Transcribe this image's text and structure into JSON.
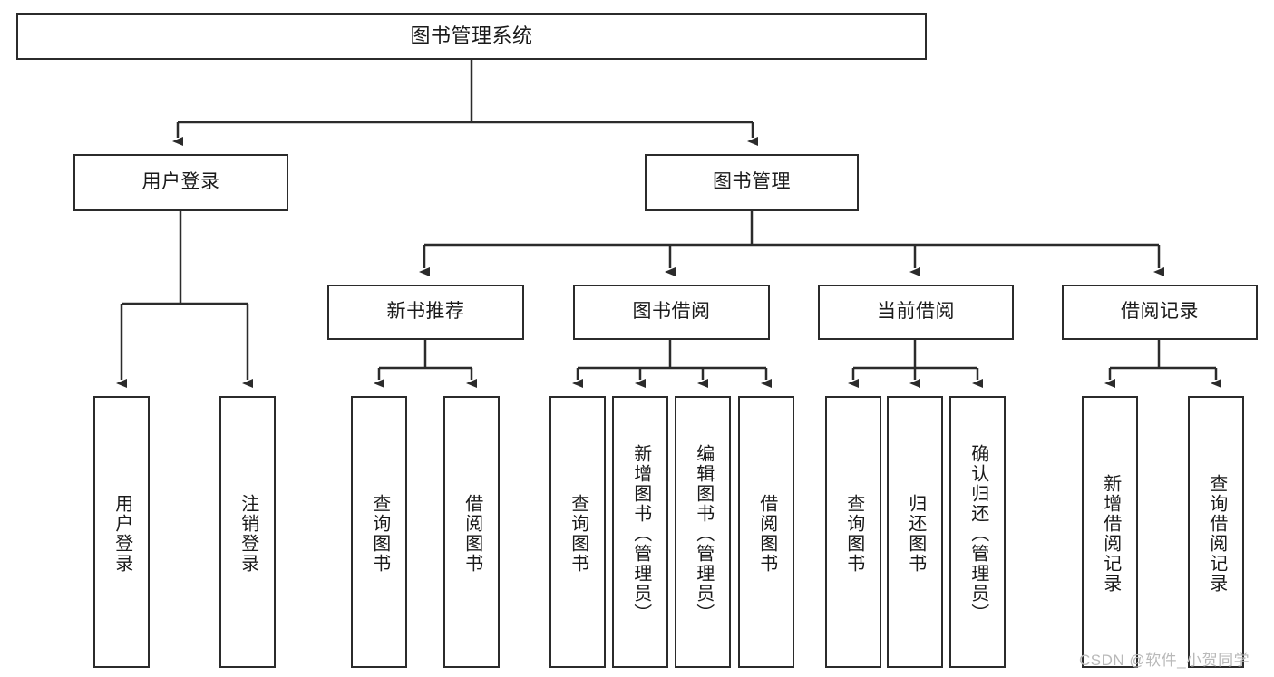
{
  "diagram": {
    "type": "tree-hierarchy",
    "title": "图书管理系统",
    "watermark": "CSDN @软件_小贺同学",
    "colors": {
      "stroke": "#2b2b2b",
      "fill": "#ffffff",
      "text": "#1a1a1a",
      "watermark": "#b9b9b9",
      "background": "#ffffff"
    },
    "nodes": {
      "root": {
        "label": "图书管理系统",
        "level": 0,
        "orientation": "horizontal"
      },
      "l1": [
        {
          "id": "user-login",
          "label": "用户登录",
          "orientation": "horizontal"
        },
        {
          "id": "book-manage",
          "label": "图书管理",
          "orientation": "horizontal"
        }
      ],
      "l2": [
        {
          "id": "new-book-rec",
          "label": "新书推荐",
          "orientation": "horizontal",
          "parent": "book-manage"
        },
        {
          "id": "book-borrow",
          "label": "图书借阅",
          "orientation": "horizontal",
          "parent": "book-manage"
        },
        {
          "id": "current-borrow",
          "label": "当前借阅",
          "orientation": "horizontal",
          "parent": "book-manage"
        },
        {
          "id": "borrow-record",
          "label": "借阅记录",
          "orientation": "horizontal",
          "parent": "book-manage"
        }
      ],
      "leaves": [
        {
          "id": "leaf-user-login",
          "label": "用户登录",
          "parent": "user-login",
          "orientation": "vertical"
        },
        {
          "id": "leaf-logout",
          "label": "注销登录",
          "parent": "user-login",
          "orientation": "vertical"
        },
        {
          "id": "leaf-query-book-1",
          "label": "查询图书",
          "parent": "new-book-rec",
          "orientation": "vertical"
        },
        {
          "id": "leaf-borrow-book-1",
          "label": "借阅图书",
          "parent": "new-book-rec",
          "orientation": "vertical"
        },
        {
          "id": "leaf-query-book-2",
          "label": "查询图书",
          "parent": "book-borrow",
          "orientation": "vertical"
        },
        {
          "id": "leaf-add-book",
          "label": "新增图书（管理员）",
          "parent": "book-borrow",
          "orientation": "vertical"
        },
        {
          "id": "leaf-edit-book",
          "label": "编辑图书（管理员）",
          "parent": "book-borrow",
          "orientation": "vertical"
        },
        {
          "id": "leaf-borrow-book-2",
          "label": "借阅图书",
          "parent": "book-borrow",
          "orientation": "vertical"
        },
        {
          "id": "leaf-query-book-3",
          "label": "查询图书",
          "parent": "current-borrow",
          "orientation": "vertical"
        },
        {
          "id": "leaf-return-book",
          "label": "归还图书",
          "parent": "current-borrow",
          "orientation": "vertical"
        },
        {
          "id": "leaf-confirm-return",
          "label": "确认归还（管理员）",
          "parent": "current-borrow",
          "orientation": "vertical"
        },
        {
          "id": "leaf-add-record",
          "label": "新增借阅记录",
          "parent": "borrow-record",
          "orientation": "vertical"
        },
        {
          "id": "leaf-query-record",
          "label": "查询借阅记录",
          "parent": "borrow-record",
          "orientation": "vertical"
        }
      ]
    }
  }
}
